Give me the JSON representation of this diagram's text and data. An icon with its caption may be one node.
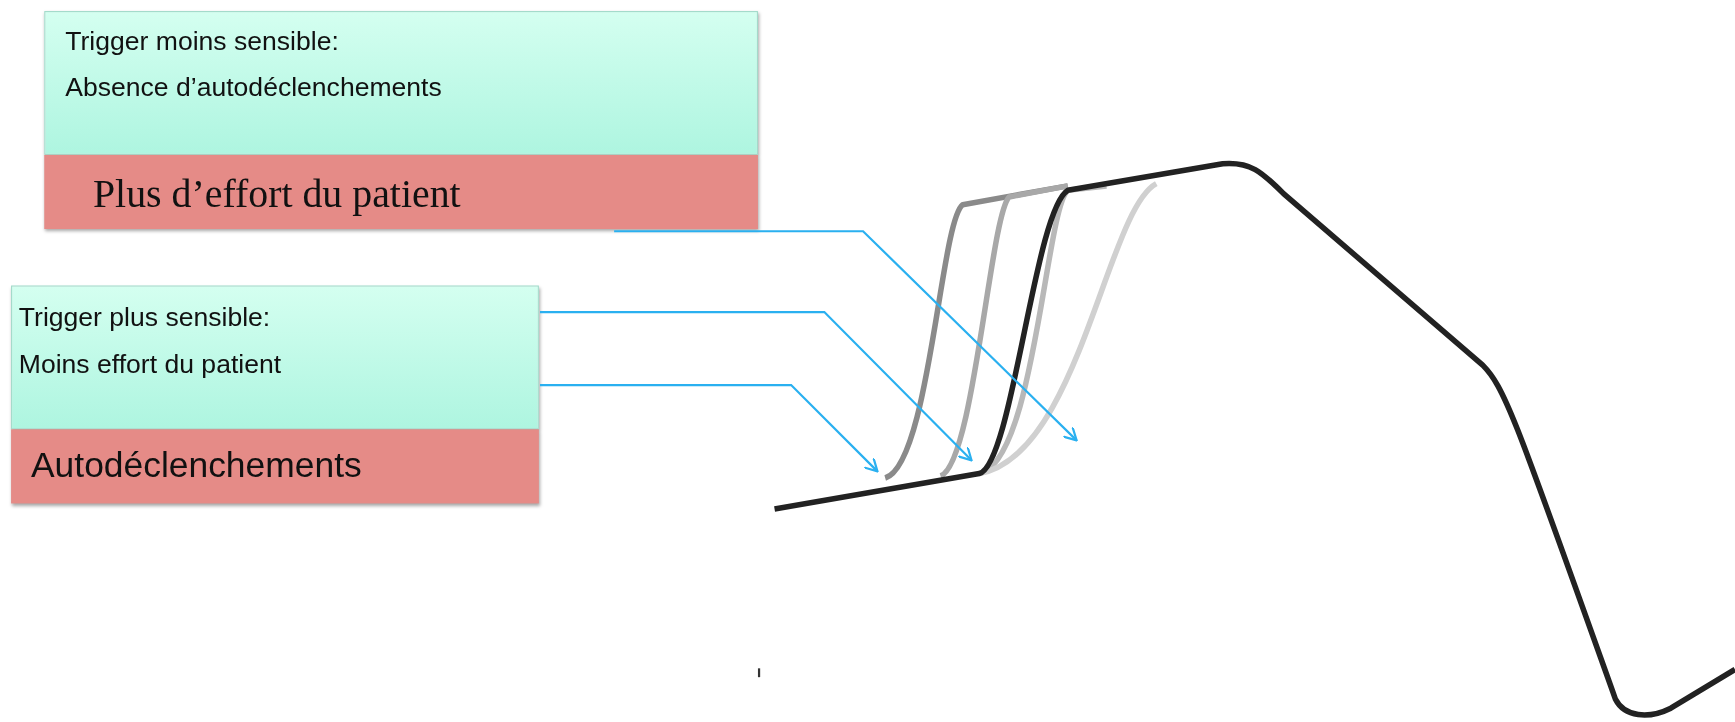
{
  "diagram": {
    "nodes": [
      {
        "text": [
          "Trigger moins sensible:",
          "Absence d’autodéclenchements"
        ]
      },
      {
        "text": [
          "Plus d’effort du patient"
        ]
      },
      {
        "text": [
          "Trigger plus sensible:",
          "Moins effort du patient"
        ]
      },
      {
        "text": [
          "Autodéclenchements"
        ]
      }
    ],
    "edges": [
      {
        "from": 1,
        "to": null,
        "arrow": "to"
      },
      {
        "from": 2,
        "to": null,
        "arrow": "to"
      },
      {
        "from": 2,
        "to": null,
        "arrow": "to"
      }
    ]
  }
}
